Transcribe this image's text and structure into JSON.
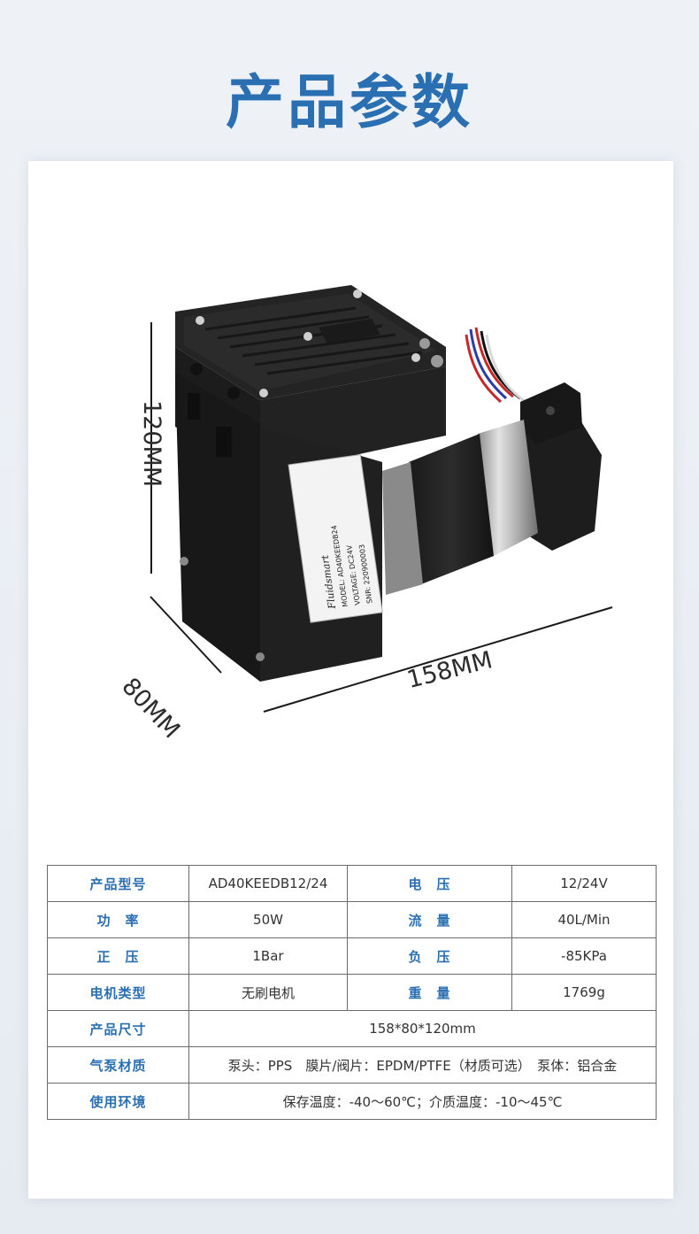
{
  "title": "产品参数",
  "product": {
    "dimensions": {
      "height": "120MM",
      "depth": "80MM",
      "length": "158MM"
    },
    "label_brand": "Fluidsmart",
    "label_lines": [
      "MODEL: AD40KEEDB24",
      "VOLTAGE: DC24V",
      "SNR: 220900003"
    ]
  },
  "colors": {
    "title": "#2a6fb2",
    "key_text": "#2a6fb2",
    "border": "#6b6b6b"
  },
  "specs": {
    "model_label": "产品型号",
    "model_value": "AD40KEEDB12/24",
    "voltage_label": "电　压",
    "voltage_value": "12/24V",
    "power_label": "功　率",
    "power_value": "50W",
    "flow_label": "流　量",
    "flow_value": "40L/Min",
    "positive_label": "正　压",
    "positive_value": "1Bar",
    "negative_label": "负　压",
    "negative_value": "-85KPa",
    "motor_label": "电机类型",
    "motor_value": "无刷电机",
    "weight_label": "重　量",
    "weight_value": "1769g",
    "size_label": "产品尺寸",
    "size_value": "158*80*120mm",
    "material_label": "气泵材质",
    "material_value": "泵头：PPS　膜片/阀片：EPDM/PTFE（材质可选）　泵体：铝合金",
    "env_label": "使用环境",
    "env_value": "保存温度：-40～60℃；介质温度：-10～45℃"
  }
}
